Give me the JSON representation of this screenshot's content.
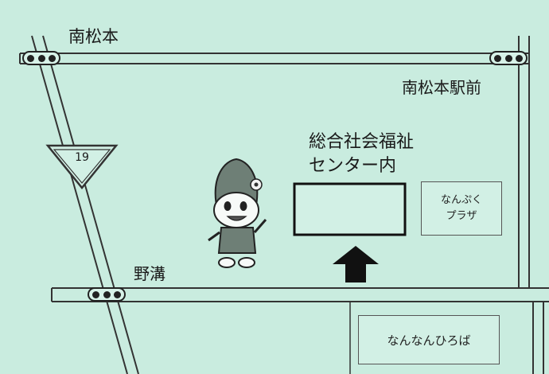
{
  "labels": {
    "minamimatsumoto": "南松本",
    "station_front": "南松本駅前",
    "nomizo": "野溝",
    "welfare_center_line1": "総合社会福祉",
    "welfare_center_line2": "センター内",
    "nanpuku_plaza_line1": "なんぷく",
    "nanpuku_plaza_line2": "プラザ",
    "nannan_hiroba": "なんなんひろば"
  },
  "route_sign": {
    "number": "19"
  },
  "colors": {
    "background": "#c9ecdf",
    "road_line": "#333333",
    "arrow": "#111111"
  }
}
